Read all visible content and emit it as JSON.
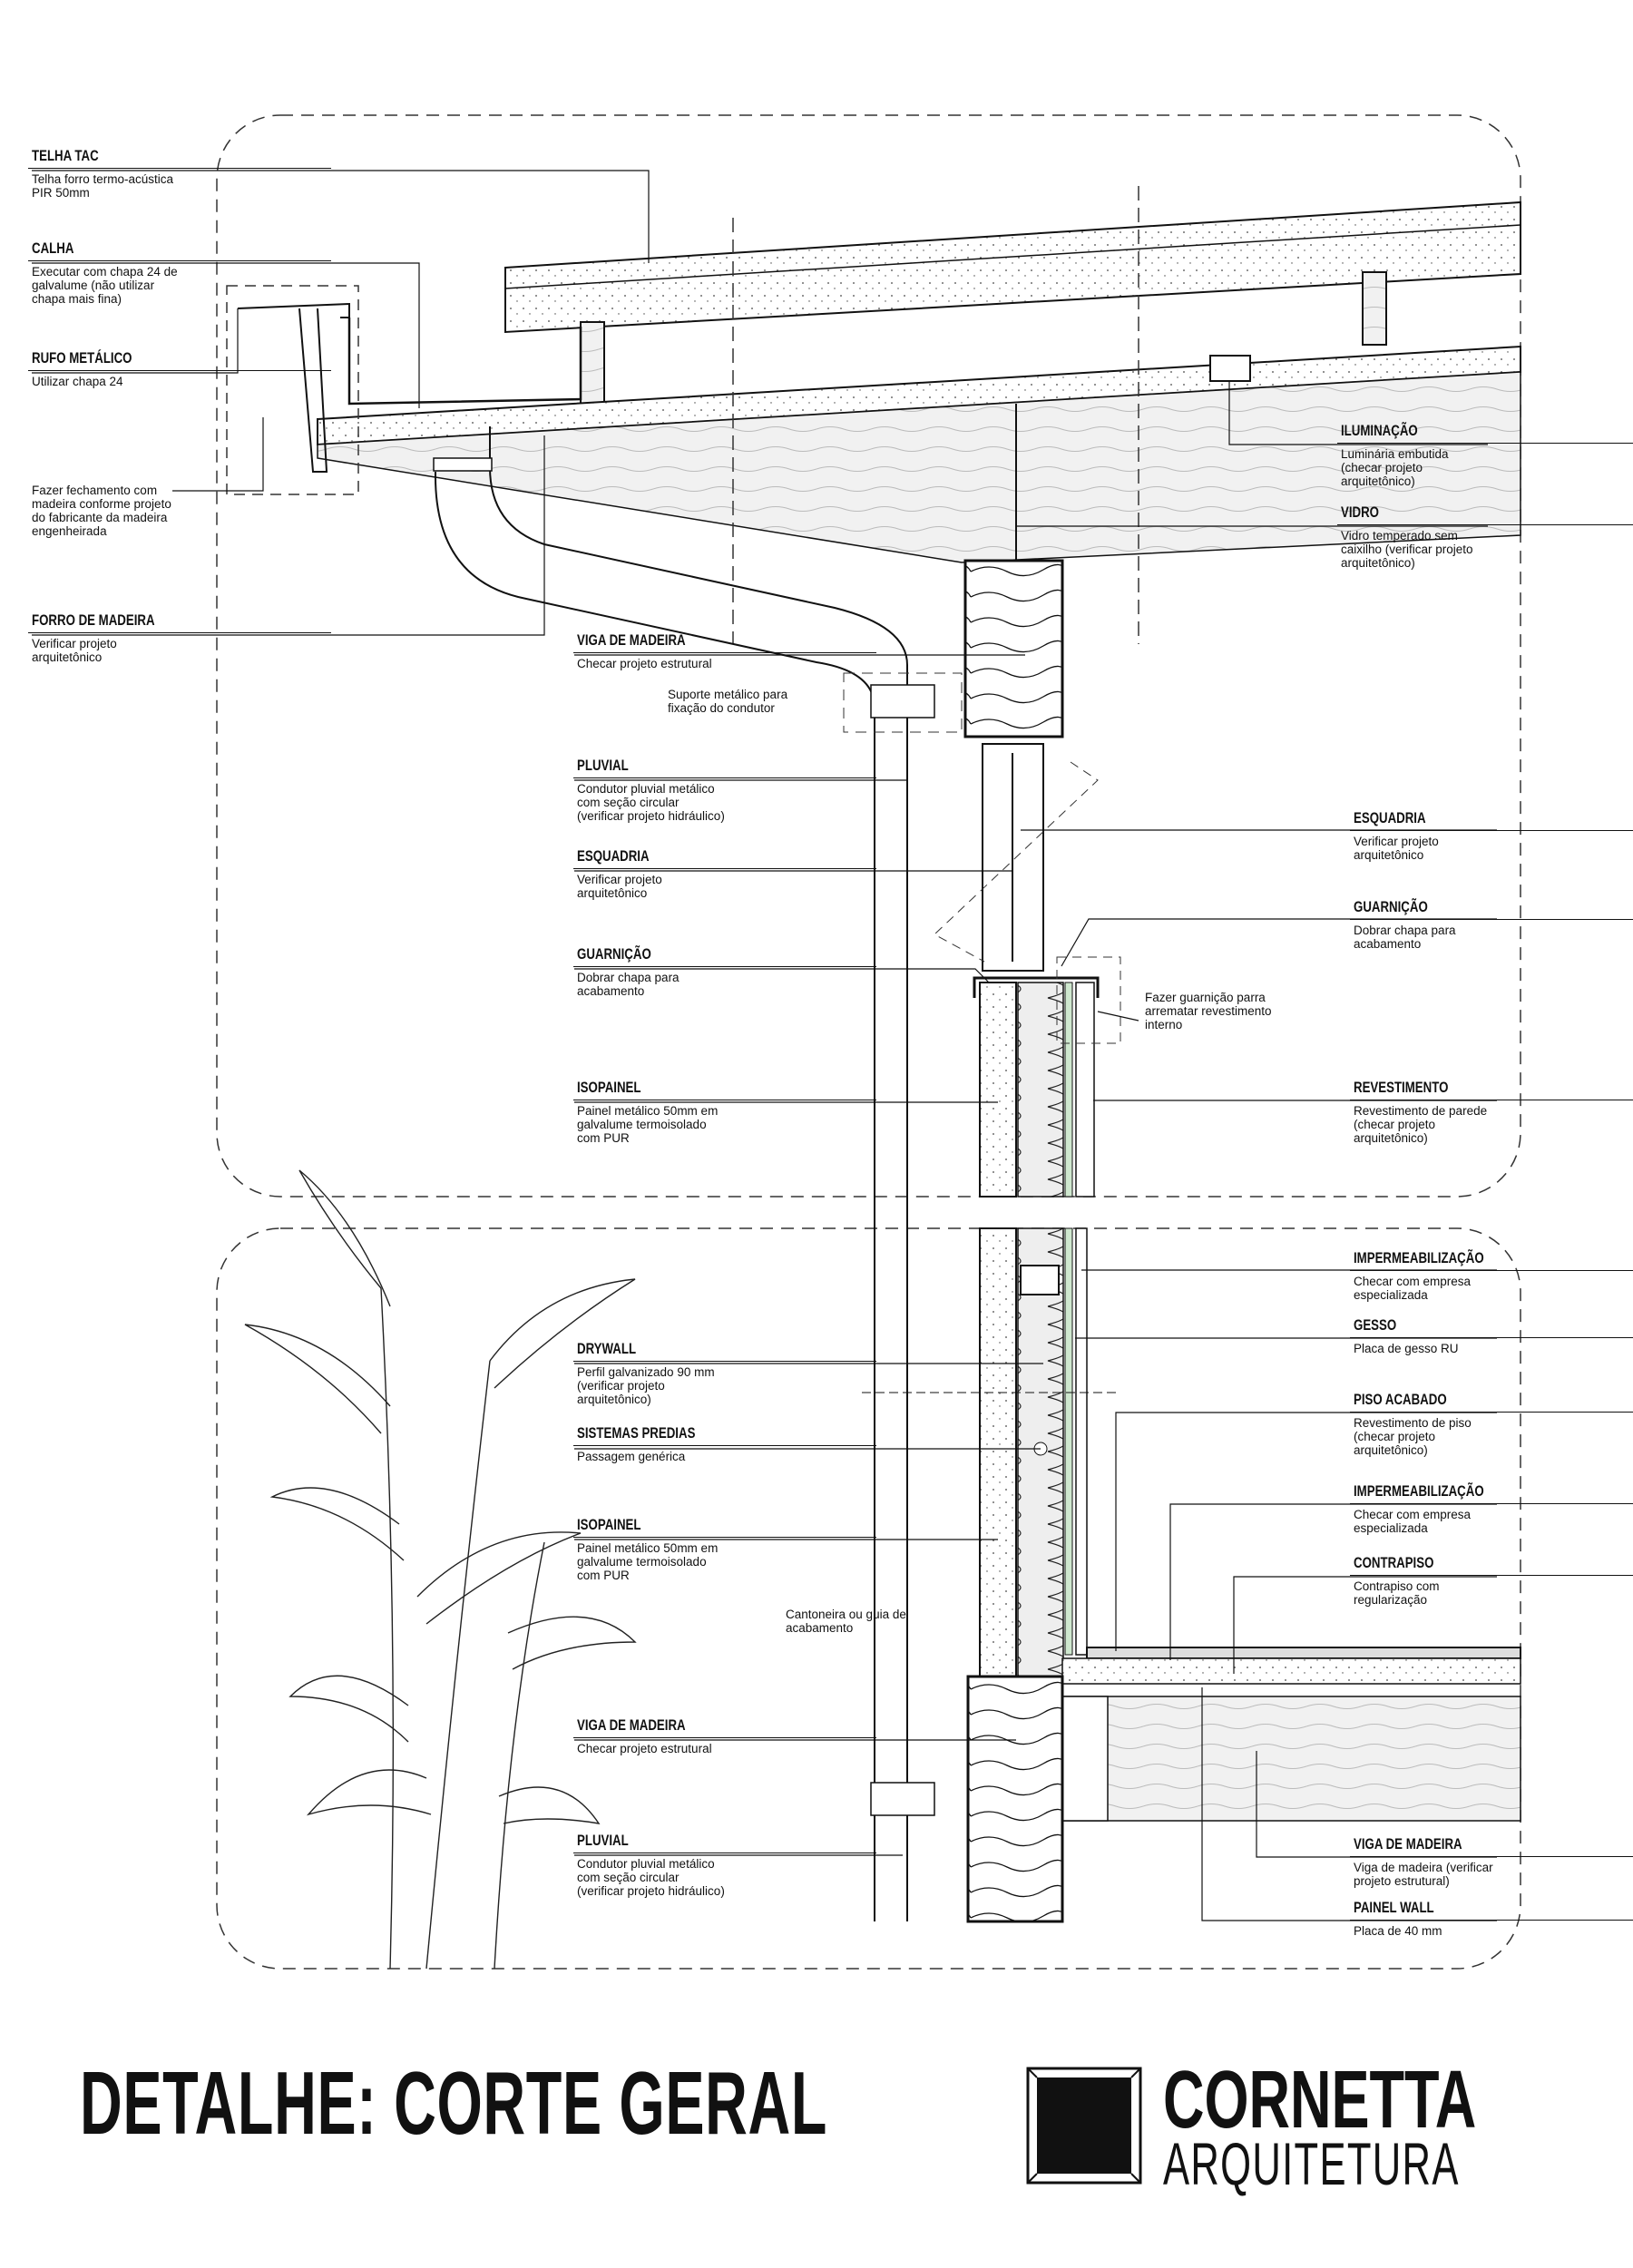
{
  "left_notes": [
    {
      "title": "TELHA TAC",
      "text": "Telha forro termo-acústica\nPIR 50mm"
    },
    {
      "title": "CALHA",
      "text": "Executar com chapa 24 de\ngalvalume (não utilizar\nchapa mais fina)"
    },
    {
      "title": "RUFO METÁLICO",
      "text": "Utilizar chapa 24"
    },
    {
      "title": "",
      "text": "Fazer fechamento com\nmadeira conforme projeto\ndo fabricante da madeira\nengenheirada"
    },
    {
      "title": "FORRO DE MADEIRA",
      "text": "Verificar projeto\narquitetônico"
    }
  ],
  "middle_notes": [
    {
      "title": "VIGA DE MADEIRA",
      "text": "Checar projeto estrutural"
    },
    {
      "title": "PLUVIAL",
      "text": "Condutor pluvial metálico\ncom seção circular\n(verificar projeto hidráulico)"
    },
    {
      "title": "ESQUADRIA",
      "text": "Verificar projeto\narquitetônico"
    },
    {
      "title": "GUARNIÇÃO",
      "text": "Dobrar chapa para\nacabamento"
    },
    {
      "title": "ISOPAINEL",
      "text": "Painel metálico 50mm em\ngalvalume termoisolado\ncom PUR"
    },
    {
      "title": "DRYWALL",
      "text": "Perfil galvanizado 90 mm\n(verificar projeto\narquitetônico)"
    },
    {
      "title": "SISTEMAS PREDIAS",
      "text": "Passagem genérica"
    },
    {
      "title": "ISOPAINEL",
      "text": "Painel metálico 50mm em\ngalvalume termoisolado\ncom PUR"
    },
    {
      "title": "VIGA DE MADEIRA",
      "text": "Checar projeto estrutural"
    },
    {
      "title": "PLUVIAL",
      "text": "Condutor pluvial metálico\ncom seção circular\n(verificar projeto hidráulico)"
    }
  ],
  "right_notes": [
    {
      "title": "ILUMINAÇÃO",
      "text": "Luminária embutida\n(checar projeto\narquitetônico)"
    },
    {
      "title": "VIDRO",
      "text": "Vidro temperado sem\ncaixilho (verificar projeto\narquitetônico)"
    },
    {
      "title": "ESQUADRIA",
      "text": "Verificar projeto\narquitetônico"
    },
    {
      "title": "GUARNIÇÃO",
      "text": "Dobrar chapa para\nacabamento"
    },
    {
      "title": "REVESTIMENTO",
      "text": "Revestimento de parede\n(checar projeto\narquitetônico)"
    },
    {
      "title": "IMPERMEABILIZAÇÃO",
      "text": "Checar com empresa\nespecializada"
    },
    {
      "title": "GESSO",
      "text": "Placa de gesso RU"
    },
    {
      "title": "PISO ACABADO",
      "text": "Revestimento de piso\n(checar projeto\narquitetônico)"
    },
    {
      "title": "IMPERMEABILIZAÇÃO",
      "text": "Checar com empresa\nespecializada"
    },
    {
      "title": "CONTRAPISO",
      "text": "Contrapiso com\nregularização"
    },
    {
      "title": "VIGA DE MADEIRA",
      "text": "Viga de madeira (verificar\nprojeto estrutural)"
    },
    {
      "title": "PAINEL WALL",
      "text": "Placa de 40 mm"
    }
  ],
  "callouts": {
    "suporte": "Suporte metálico para\nfixação do condutor",
    "guarnicao_interna": "Fazer guarnição parra\narrematar revestimento\ninterno",
    "cantoneira": "Cantoneira ou guia de\nacabamento"
  },
  "title": "DETALHE: CORTE GERAL",
  "logo": {
    "name": "CORNETTA",
    "subtitle": "ARQUITETURA"
  }
}
